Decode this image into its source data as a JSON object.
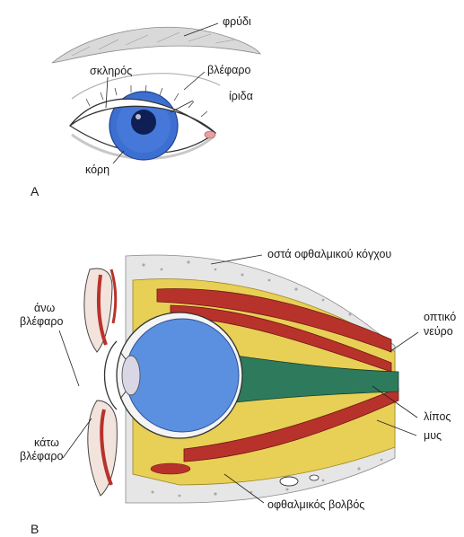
{
  "figure_a": {
    "panel_label": "A",
    "labels": {
      "eyebrow": "φρύδι",
      "sclera": "σκληρός",
      "eyelid": "βλέφαρο",
      "iris": "ίριδα",
      "pupil": "κόρη"
    },
    "colors": {
      "iris": "#3d6fd0",
      "pupil": "#0f1f55"
    }
  },
  "figure_b": {
    "panel_label": "B",
    "labels": {
      "orbit_bones": "οστά οφθαλμικού κόγχου",
      "upper_eyelid_l1": "άνω",
      "upper_eyelid_l2": "βλέφαρο",
      "optic_nerve_l1": "οπτικό",
      "optic_nerve_l2": "νεύρο",
      "fat": "λίπος",
      "muscle": "μυς",
      "lower_eyelid_l1": "κάτω",
      "lower_eyelid_l2": "βλέφαρο",
      "eyeball": "οφθαλμικός βολβός"
    },
    "colors": {
      "vitreous": "#5b8fe0",
      "fat": "#e8cf55",
      "muscle": "#b8322c",
      "nerve": "#2e7a5c"
    }
  }
}
